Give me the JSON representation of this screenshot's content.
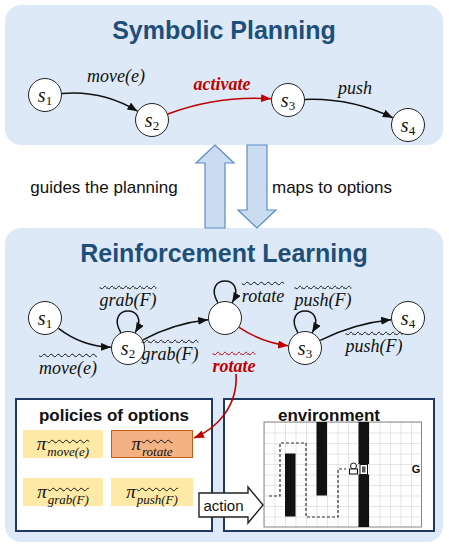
{
  "diagram": {
    "nodes": [
      {
        "text": [
          "Symbolic Planning"
        ]
      },
      {
        "text": [
          "s",
          "1"
        ],
        "in": 0
      },
      {
        "text": [
          "s",
          "2"
        ],
        "in": 0
      },
      {
        "text": [
          "s",
          "3"
        ],
        "in": 0
      },
      {
        "text": [
          "s",
          "4"
        ],
        "in": 0
      },
      {
        "text": [
          "Reinforcement Learning"
        ]
      },
      {
        "text": [
          "s",
          "1"
        ],
        "in": 5
      },
      {
        "text": [
          "s",
          "2"
        ],
        "in": 5
      },
      {
        "text": [],
        "in": 5
      },
      {
        "text": [
          "s",
          "3"
        ],
        "in": 5
      },
      {
        "text": [
          "s",
          "4"
        ],
        "in": 5
      },
      {
        "text": [
          "policies of options"
        ],
        "in": 5
      },
      {
        "text": [
          "π",
          "move(e)"
        ],
        "in": 11
      },
      {
        "text": [
          "π",
          "rotate"
        ],
        "in": 11
      },
      {
        "text": [
          "π",
          "grab(F)"
        ],
        "in": 11
      },
      {
        "text": [
          "π",
          "push(F)"
        ],
        "in": 11
      },
      {
        "text": [
          "environment"
        ],
        "in": 5
      }
    ],
    "edges": [
      {
        "from": 1,
        "to": 2,
        "arrow": "to",
        "label": "move(e)"
      },
      {
        "from": 2,
        "to": 3,
        "arrow": "to",
        "label": "activate"
      },
      {
        "from": 3,
        "to": 4,
        "arrow": "to",
        "label": "push"
      },
      {
        "from": 6,
        "to": 7,
        "arrow": "to",
        "label": "move(e)"
      },
      {
        "from": 7,
        "to": 7,
        "arrow": "to",
        "label": "grab(F)"
      },
      {
        "from": 7,
        "to": 8,
        "arrow": "to",
        "label": "grab(F)"
      },
      {
        "from": 8,
        "to": 8,
        "arrow": "to",
        "label": "rotate"
      },
      {
        "from": 8,
        "to": 9,
        "arrow": "to",
        "label": "rotate"
      },
      {
        "from": 9,
        "to": 9,
        "arrow": "to",
        "label": "push(F)"
      },
      {
        "from": 9,
        "to": 10,
        "arrow": "to",
        "label": "push(F)"
      },
      {
        "from": 5,
        "to": 0,
        "arrow": "to",
        "label": "guides the planning"
      },
      {
        "from": 0,
        "to": 5,
        "arrow": "to",
        "label": "maps to options"
      },
      {
        "from": 11,
        "to": 16,
        "arrow": "to",
        "label": "action"
      }
    ],
    "labels": [
      "G"
    ]
  }
}
